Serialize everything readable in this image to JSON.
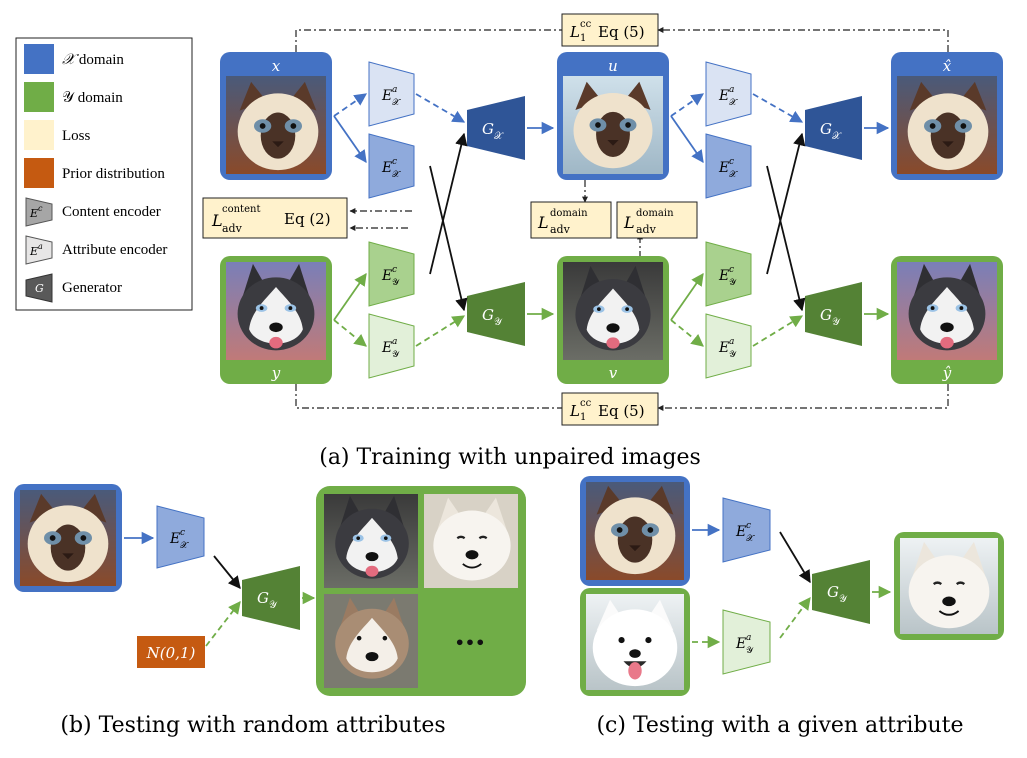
{
  "legend": {
    "x_domain": "domain",
    "y_domain": "domain",
    "loss": "Loss",
    "prior": "Prior distribution",
    "content_encoder": "Content encoder",
    "attribute_encoder": "Attribute encoder",
    "generator": "Generator"
  },
  "panel_a": {
    "caption": "(a) Training with unpaired images",
    "labels": {
      "x": "x",
      "u": "u",
      "x_hat": "x̂",
      "y": "y",
      "v": "v",
      "y_hat": "ŷ"
    },
    "losses": {
      "cc_top": "Eq (5)",
      "cc_bottom": "Eq (5)",
      "content": "Eq (2)"
    }
  },
  "panel_b": {
    "caption": "(b) Testing with random attributes",
    "prior_label": "N(0,1)",
    "ellipsis": "•••"
  },
  "panel_c": {
    "caption": "(c) Testing with a given attribute"
  },
  "colors": {
    "x_domain": "#4472c4",
    "y_domain": "#70ad47",
    "loss": "#fff2cc",
    "prior": "#c55a11",
    "enc_blue": "#8faadc",
    "enc_blue_light": "#dae3f3",
    "gen_blue": "#2f5597",
    "enc_green": "#a9d18e",
    "enc_green_light": "#e2f0d9",
    "gen_green": "#548235"
  }
}
